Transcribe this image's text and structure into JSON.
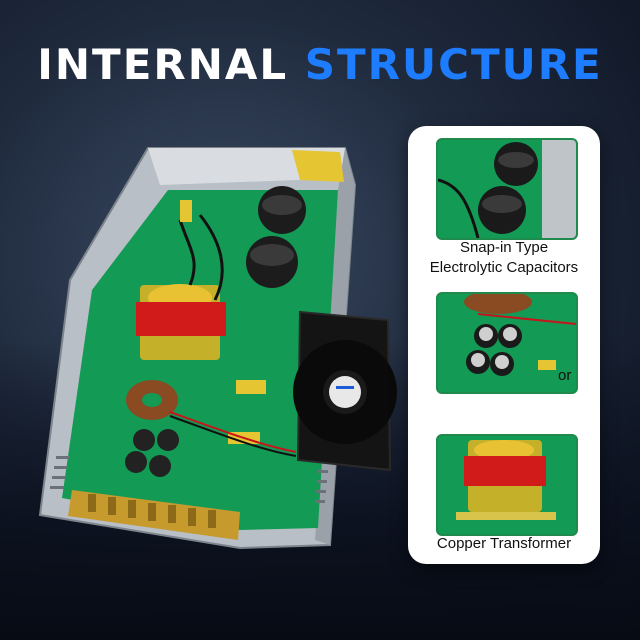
{
  "title": {
    "part1": "INTERNAL",
    "part2": "STRUCTURE"
  },
  "colors": {
    "accent": "#1e7dff",
    "pcb": "#0f8a4e",
    "panel": "#ffffff"
  },
  "features": [
    {
      "caption_line1": "Snap-in Type",
      "caption_line2": "Electrolytic Capacitors",
      "icon": "electrolytic-capacitors-closeup"
    },
    {
      "caption_line1": "or",
      "icon": "capacitors-and-inductor-closeup"
    },
    {
      "caption_line1": "Copper Transformer",
      "icon": "transformer-closeup"
    }
  ]
}
